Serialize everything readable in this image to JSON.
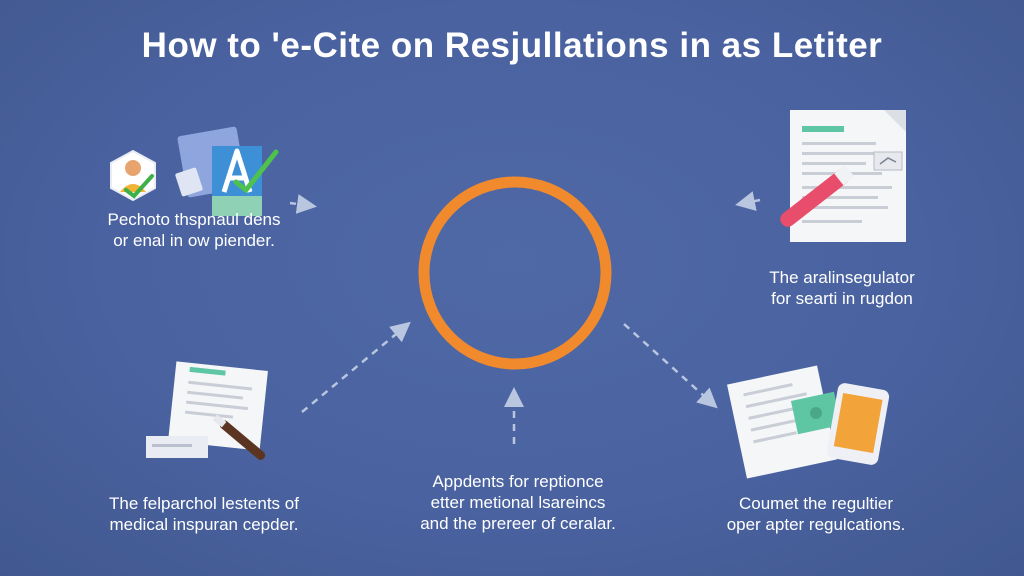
{
  "title": "How to 'e-Cite on Resjullations in as Letiter",
  "colors": {
    "background": "#4a62a0",
    "ring": "#f08a2c",
    "text": "#ffffff",
    "arrow": "#b9c6e0",
    "highlight_green": "#6fc8a0",
    "pen": "#e84d6b"
  },
  "icons": {
    "top_left": "profile-and-document-icon",
    "top_right": "document-with-pen-icon",
    "bottom_left": "letter-with-pen-icon",
    "bottom_right": "document-and-phone-icon"
  },
  "steps": {
    "top_left": {
      "line1": "Pechoto thspnaul dens",
      "line2": "or enal in ow piender."
    },
    "top_right": {
      "line1": "The aralinsegulator",
      "line2": "for searti in rugdon"
    },
    "bottom_left": {
      "line1": "The felparchol lestents of",
      "line2": "medical inspuran cepder."
    },
    "bottom_center": {
      "line1": "Appdents for reptionce",
      "line2": "etter metional lsareincs",
      "line3": "and the prereer of ceralar."
    },
    "bottom_right": {
      "line1": "Coumet the regultier",
      "line2": "oper apter regulcations."
    }
  }
}
